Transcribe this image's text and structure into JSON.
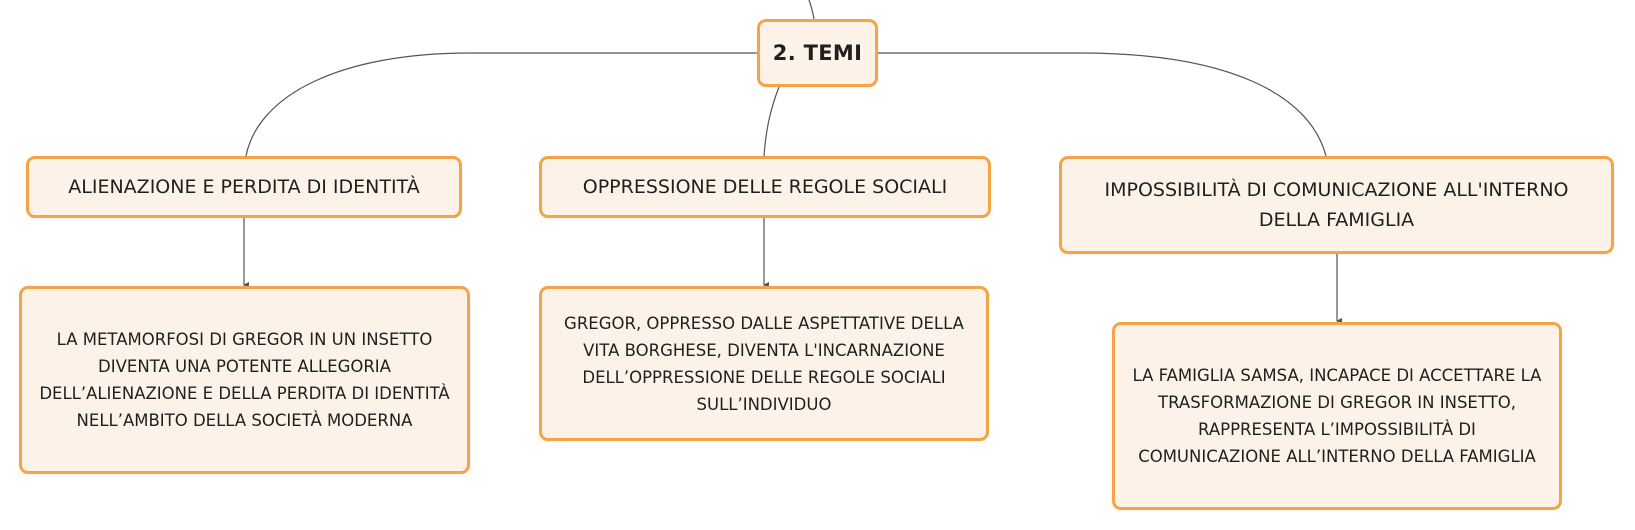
{
  "root": {
    "label": "2. TEMI"
  },
  "themes": [
    {
      "title": "ALIENAZIONE E PERDITA DI IDENTITÀ",
      "detail": "LA METAMORFOSI DI GREGOR IN UN INSETTO DIVENTA UNA POTENTE ALLEGORIA DELL’ALIENAZIONE E DELLA PERDITA DI IDENTITÀ NELL’AMBITO DELLA SOCIETÀ MODERNA"
    },
    {
      "title": "OPPRESSIONE DELLE REGOLE SOCIALI",
      "detail": "GREGOR, OPPRESSO DALLE ASPETTATIVE DELLA VITA BORGHESE, DIVENTA L'INCARNAZIONE DELL’OPPRESSIONE DELLE REGOLE SOCIALI SULL’INDIVIDUO"
    },
    {
      "title": "IMPOSSIBILITÀ DI COMUNICAZIONE ALL'INTERNO DELLA FAMIGLIA",
      "detail": "LA FAMIGLIA SAMSA, INCAPACE DI ACCETTARE LA TRASFORMAZIONE DI GREGOR IN INSETTO, RAPPRESENTA L’IMPOSSIBILITÀ DI COMUNICAZIONE ALL’INTERNO DELLA FAMIGLIA"
    }
  ],
  "colors": {
    "node_fill": "#fdf2e8",
    "node_border": "#f4a447",
    "connector": "#555555"
  }
}
